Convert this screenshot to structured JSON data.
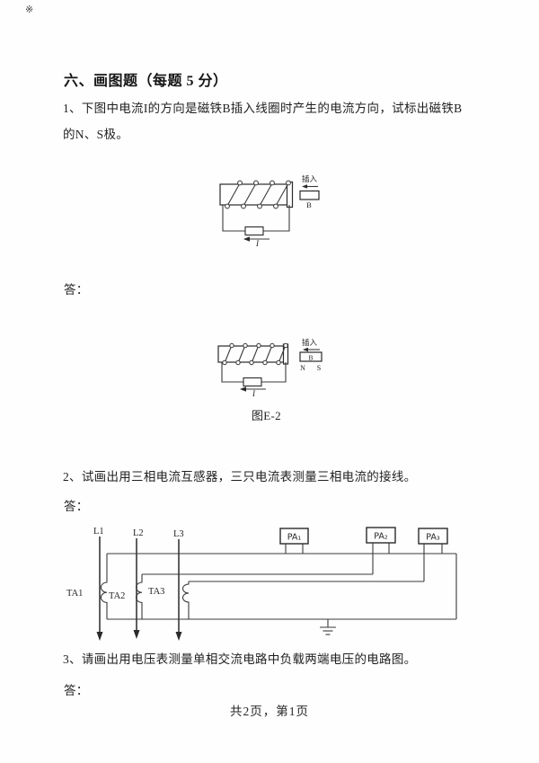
{
  "page": {
    "corner_mark": "※",
    "section_title": "六、画图题（每题 5 分）",
    "footer": "共2页，第1页"
  },
  "questions": {
    "q1": {
      "line1": "1、下图中电流I的方向是磁铁B插入线圈时产生的电流方向，试标出磁铁B",
      "line2": "的N、S极。",
      "answer_label": "答："
    },
    "q2": {
      "text": "2、试画出用三相电流互感器，三只电流表测量三相电流的接线。",
      "answer_label": "答："
    },
    "q3": {
      "text": "3、请画出用电压表测量单相交流电路中负载两端电压的电路图。",
      "answer_label": "答："
    }
  },
  "figure1": {
    "insert_label": "插入",
    "magnet_label": "B",
    "current_label": "I"
  },
  "figure2": {
    "caption": "图E-2",
    "insert_label": "插入",
    "magnet_label": "B",
    "pole_n": "N",
    "pole_s": "S",
    "current_label": "I"
  },
  "figure3": {
    "phase_labels": [
      "L1",
      "L2",
      "L3"
    ],
    "transformer_labels": [
      "TA1",
      "TA2",
      "TA3"
    ],
    "ammeter_labels": [
      "PA₁",
      "PA₂",
      "PA₃"
    ]
  }
}
